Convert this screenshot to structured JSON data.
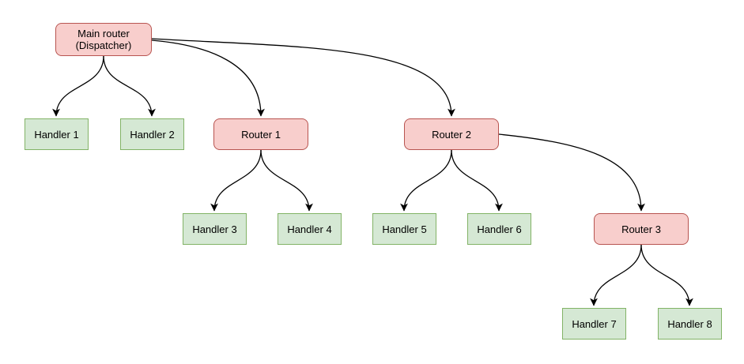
{
  "diagram": {
    "type": "tree",
    "background": "#ffffff",
    "nodes": [
      {
        "id": "main-router",
        "label": "Main router\n(Dispatcher)",
        "type": "router"
      },
      {
        "id": "handler-1",
        "label": "Handler 1",
        "type": "handler"
      },
      {
        "id": "handler-2",
        "label": "Handler 2",
        "type": "handler"
      },
      {
        "id": "router-1",
        "label": "Router 1",
        "type": "router"
      },
      {
        "id": "router-2",
        "label": "Router 2",
        "type": "router"
      },
      {
        "id": "router-3",
        "label": "Router 3",
        "type": "router"
      },
      {
        "id": "handler-3",
        "label": "Handler 3",
        "type": "handler"
      },
      {
        "id": "handler-4",
        "label": "Handler 4",
        "type": "handler"
      },
      {
        "id": "handler-5",
        "label": "Handler 5",
        "type": "handler"
      },
      {
        "id": "handler-6",
        "label": "Handler 6",
        "type": "handler"
      },
      {
        "id": "handler-7",
        "label": "Handler 7",
        "type": "handler"
      },
      {
        "id": "handler-8",
        "label": "Handler 8",
        "type": "handler"
      }
    ],
    "edges": [
      {
        "from": "Main router (Dispatcher)",
        "to": "Handler 1"
      },
      {
        "from": "Main router (Dispatcher)",
        "to": "Handler 2"
      },
      {
        "from": "Main router (Dispatcher)",
        "to": "Router 1"
      },
      {
        "from": "Main router (Dispatcher)",
        "to": "Router 2"
      },
      {
        "from": "Router 1",
        "to": "Handler 3"
      },
      {
        "from": "Router 1",
        "to": "Handler 4"
      },
      {
        "from": "Router 2",
        "to": "Handler 5"
      },
      {
        "from": "Router 2",
        "to": "Handler 6"
      },
      {
        "from": "Router 2",
        "to": "Router 3"
      },
      {
        "from": "Router 3",
        "to": "Handler 7"
      },
      {
        "from": "Router 3",
        "to": "Handler 8"
      }
    ],
    "colors": {
      "router_fill": "#f8cecc",
      "router_border": "#b85450",
      "handler_fill": "#d5e8d4",
      "handler_border": "#82b366",
      "edge": "#000000",
      "text": "#000000",
      "background": "#ffffff"
    }
  }
}
